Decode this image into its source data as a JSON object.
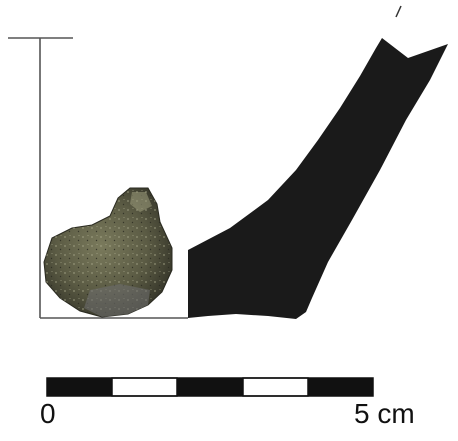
{
  "figure": {
    "description_type": "pottery-profile-drawing",
    "colors": {
      "section_fill": "#1a1a1a",
      "guide_lines": "#555555",
      "scale_dark": "#111111",
      "scale_light": "#ffffff",
      "sherd_base": "#5b5b44"
    }
  },
  "scale_bar": {
    "start_label": "0",
    "end_label": "5 cm",
    "segments": 5
  }
}
